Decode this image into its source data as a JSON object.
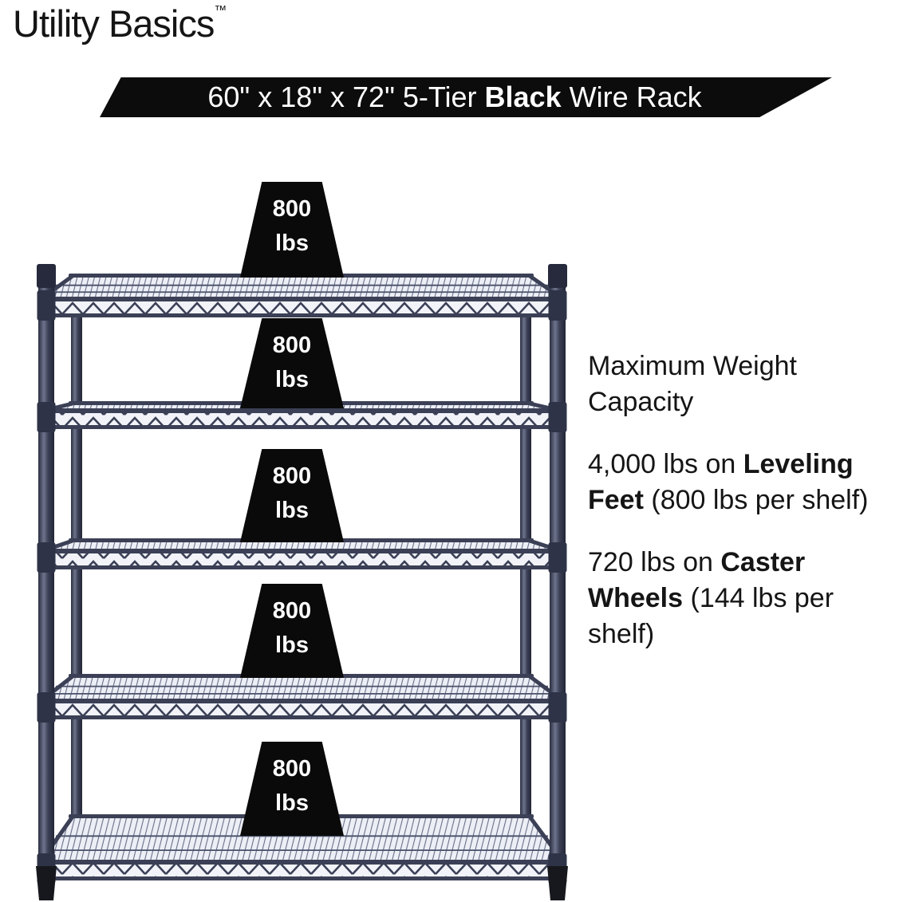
{
  "brand": {
    "name": "Utility Basics",
    "trademark": "™"
  },
  "banner": {
    "prefix": "60\" x 18\" x 72\" 5-Tier ",
    "highlight": "Black",
    "suffix": " Wire Rack"
  },
  "rack": {
    "tiers": 5,
    "per_shelf_capacity": {
      "value": "800",
      "unit": "lbs"
    }
  },
  "specs": {
    "heading": "Maximum Weight Capacity",
    "items": [
      {
        "prefix": "4,000 lbs on ",
        "bold": "Leveling Feet",
        "suffix": " (800 lbs per shelf)"
      },
      {
        "prefix": "720 lbs on ",
        "bold": "Caster Wheels",
        "suffix": " (144 lbs per shelf)"
      }
    ]
  },
  "colors": {
    "rack_navy": "#3b4056",
    "mesh_background": "#edeff6",
    "banner_background": "#0c0c0c",
    "banner_text": "#ffffff",
    "marker_background": "#0a0a0a",
    "marker_text": "#ffffff",
    "body_text": "#151515"
  }
}
